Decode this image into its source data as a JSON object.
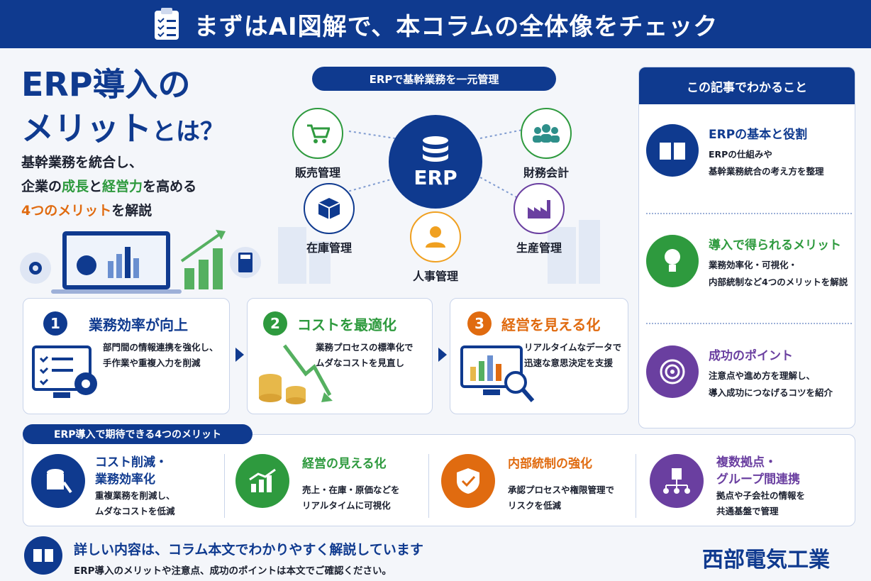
{
  "banner": {
    "title": "まずはAI図解で、本コラムの全体像をチェック"
  },
  "hero": {
    "title_line1": "ERP導入の",
    "title_line2a": "メリット",
    "title_line2b": "とは？",
    "sub1": "基幹業務を統合し、",
    "sub2a": "企業の",
    "sub2b": "成長",
    "sub2c": "と",
    "sub2d": "経営力",
    "sub2e": "を高める",
    "sub3a": "4つのメリット",
    "sub3b": "を解説"
  },
  "diagram": {
    "pill": "ERPで基幹業務を一元管理",
    "center": "ERP",
    "nodes": [
      "販売管理",
      "財務会計",
      "在庫管理",
      "人事管理",
      "生産管理"
    ]
  },
  "steps": [
    {
      "num": "1",
      "title": "業務効率が向上",
      "desc1": "部門間の情報連携を強化し、",
      "desc2": "手作業や重複入力を削減",
      "color": "#0f3a8f"
    },
    {
      "num": "2",
      "title": "コストを最適化",
      "desc1": "業務プロセスの標準化で",
      "desc2": "ムダなコストを見直し",
      "color": "#2e9a3e"
    },
    {
      "num": "3",
      "title": "経営を見える化",
      "desc1": "リアルタイムなデータで",
      "desc2": "迅速な意思決定を支援",
      "color": "#e06b10"
    }
  ],
  "side": {
    "header": "この記事でわかること",
    "items": [
      {
        "title": "ERPの基本と役割",
        "desc1": "ERPの仕組みや",
        "desc2": "基幹業務統合の考え方を整理",
        "icon": "book-icon"
      },
      {
        "title": "導入で得られるメリット",
        "desc1": "業務効率化・可視化・",
        "desc2": "内部統制など4つのメリットを解説",
        "icon": "lightbulb-icon"
      },
      {
        "title": "成功のポイント",
        "desc1": "注意点や進め方を理解し、",
        "desc2": "導入成功につなげるコツを紹介",
        "icon": "target-icon"
      }
    ]
  },
  "benefits": {
    "pill": "ERP導入で期待できる4つのメリット",
    "items": [
      {
        "title1": "コスト削減・",
        "title2": "業務効率化",
        "desc1": "重複業務を削減し、",
        "desc2": "ムダなコストを低減",
        "color": "#0f3a8f"
      },
      {
        "title1": "経営の見える化",
        "title2": "",
        "desc1": "売上・在庫・原価などを",
        "desc2": "リアルタイムに可視化",
        "color": "#2e9a3e"
      },
      {
        "title1": "内部統制の強化",
        "title2": "",
        "desc1": "承認プロセスや権限管理で",
        "desc2": "リスクを低減",
        "color": "#e06b10"
      },
      {
        "title1": "複数拠点・",
        "title2": "グループ間連携",
        "desc1": "拠点や子会社の情報を",
        "desc2": "共通基盤で管理",
        "color": "#6a3fa0"
      }
    ]
  },
  "footer": {
    "title": "詳しい内容は、コラム本文でわかりやすく解説しています",
    "desc": "ERP導入のメリットや注意点、成功のポイントは本文でご確認ください。",
    "brand": "西部電気工業"
  }
}
